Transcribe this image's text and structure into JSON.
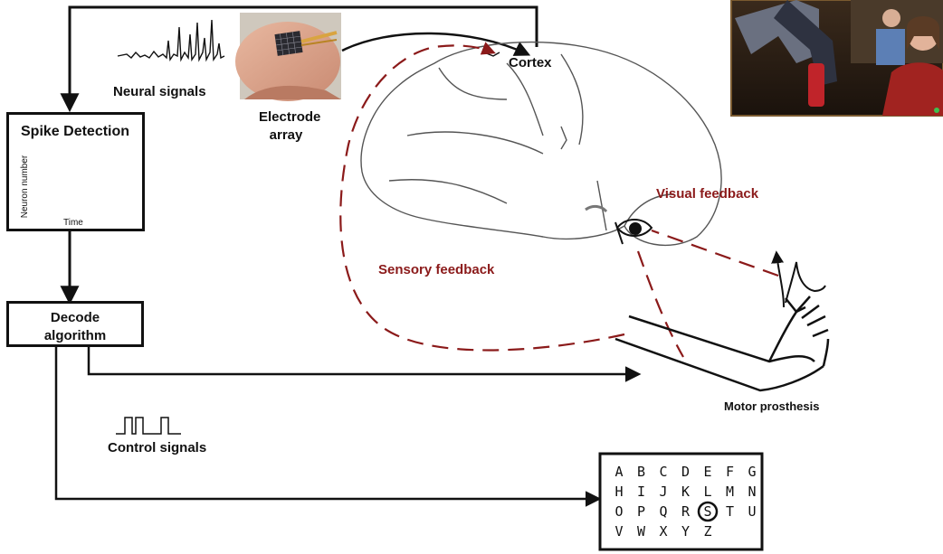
{
  "labels": {
    "neural_signals": "Neural signals",
    "electrode_array": [
      "Electrode",
      "array"
    ],
    "cortex": "Cortex",
    "spike_detection": "Spike Detection",
    "raster_ylabel": "Neuron number",
    "raster_xlabel": "Time",
    "decode_algorithm": [
      "Decode",
      "algorithm"
    ],
    "control_signals": "Control signals",
    "visual_feedback": "Visual feedback",
    "sensory_feedback": "Sensory feedback",
    "motor_prosthesis": "Motor prosthesis"
  },
  "letter_board": {
    "rows": [
      [
        "A",
        "B",
        "C",
        "D",
        "E",
        "F",
        "G"
      ],
      [
        "H",
        "I",
        "J",
        "K",
        "L",
        "M",
        "N"
      ],
      [
        "O",
        "P",
        "Q",
        "R",
        "S",
        "T",
        "U"
      ],
      [
        "V",
        "W",
        "X",
        "Y",
        "Z"
      ]
    ],
    "selected": "S"
  },
  "colors": {
    "feedback": "#8b1a1a",
    "arrow": "#111111"
  }
}
